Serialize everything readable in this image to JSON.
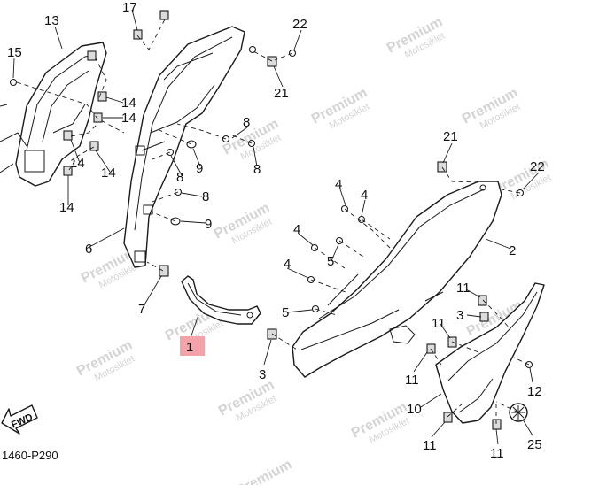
{
  "watermark": {
    "brand": "Premium",
    "sub": "Motosiklet"
  },
  "callouts": [
    {
      "n": "1"
    },
    {
      "n": "2"
    },
    {
      "n": "3"
    },
    {
      "n": "3"
    },
    {
      "n": "4"
    },
    {
      "n": "4"
    },
    {
      "n": "4"
    },
    {
      "n": "4"
    },
    {
      "n": "5"
    },
    {
      "n": "5"
    },
    {
      "n": "6"
    },
    {
      "n": "7"
    },
    {
      "n": "8"
    },
    {
      "n": "8"
    },
    {
      "n": "8"
    },
    {
      "n": "8"
    },
    {
      "n": "9"
    },
    {
      "n": "9"
    },
    {
      "n": "10"
    },
    {
      "n": "11"
    },
    {
      "n": "11"
    },
    {
      "n": "11"
    },
    {
      "n": "11"
    },
    {
      "n": "11"
    },
    {
      "n": "12"
    },
    {
      "n": "13"
    },
    {
      "n": "14"
    },
    {
      "n": "14"
    },
    {
      "n": "14"
    },
    {
      "n": "14"
    },
    {
      "n": "14"
    },
    {
      "n": "15"
    },
    {
      "n": "17"
    },
    {
      "n": "21"
    },
    {
      "n": "21"
    },
    {
      "n": "22"
    },
    {
      "n": "22"
    },
    {
      "n": "25"
    }
  ],
  "fwd": "FWD",
  "diagram_code": "1460-P290"
}
